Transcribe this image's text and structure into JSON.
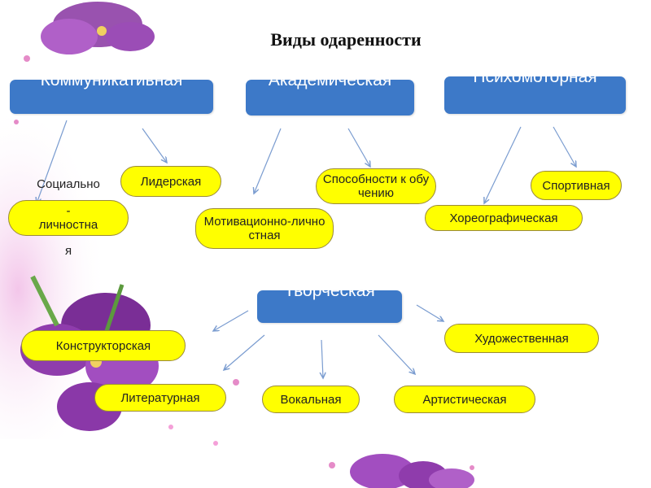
{
  "title": "Виды одаренности",
  "categories": {
    "communicative": "Коммуникативная",
    "academic": "Академическая",
    "psychomotor": "Психомоторная",
    "creative": "Творческая"
  },
  "leaves": {
    "social_personal_1": "Социально",
    "social_personal_2": "-",
    "social_personal_3": "личностна",
    "social_personal_4": "я",
    "leadership": "Лидерская",
    "motivational": "Мотивационно-личностная",
    "learning_ability": "Способности к обучению",
    "choreographic": "Хореографическая",
    "sports": "Спортивная",
    "constructive": "Конструкторская",
    "literary": "Литературная",
    "vocal": "Вокальная",
    "artistic": "Артистическая",
    "art": "Художественная"
  },
  "colors": {
    "category_fill": "#3d79c8",
    "leaf_fill": "#ffff00",
    "arrow": "#7a9cd0"
  }
}
